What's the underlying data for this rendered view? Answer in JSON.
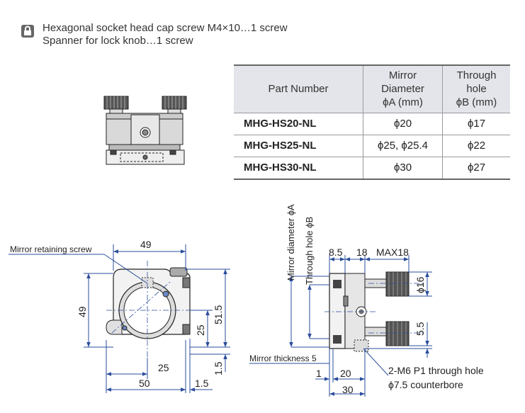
{
  "accessories": {
    "line1": "Hexagonal socket head cap screw M4×10…1 screw",
    "line2": "Spanner for lock knob…1 screw"
  },
  "table": {
    "headers": {
      "part": "Part Number",
      "mirror_l1": "Mirror",
      "mirror_l2": "Diameter",
      "mirror_l3": "ϕA (mm)",
      "hole_l1": "Through",
      "hole_l2": "hole",
      "hole_l3": "ϕB (mm)"
    },
    "rows": [
      {
        "part": "MHG-HS20-NL",
        "mirror": "ϕ20",
        "hole": "ϕ17"
      },
      {
        "part": "MHG-HS25-NL",
        "mirror": "ϕ25, ϕ25.4",
        "hole": "ϕ22"
      },
      {
        "part": "MHG-HS30-NL",
        "mirror": "ϕ30",
        "hole": "ϕ27"
      }
    ]
  },
  "front_view": {
    "label_retaining": "Mirror retaining screw",
    "dim_top_49": "49",
    "dim_left_49": "49",
    "dim_51_5": "51.5",
    "dim_25_v": "25",
    "dim_1_5_v": "1.5",
    "dim_25_h": "25",
    "dim_50": "50",
    "dim_1_5_h": "1.5"
  },
  "side_view": {
    "label_mirror_diameter": "Mirror diameter ϕA",
    "label_through_hole": "Through hole ϕB",
    "dim_8_5": "8.5",
    "dim_18": "18",
    "dim_max18": "MAX18",
    "dim_phi16": "ϕ16",
    "dim_5_5": "5.5",
    "label_thickness": "Mirror thickness 5",
    "dim_1": "1",
    "dim_20": "20",
    "dim_30": "30",
    "label_m6_l1": "2-M6 P1 through hole",
    "label_m6_l2": "ϕ7.5 counterbore"
  },
  "colors": {
    "dimension_line": "#2a4d9c",
    "table_header_bg": "#e4e5ea",
    "outline": "#222222"
  }
}
